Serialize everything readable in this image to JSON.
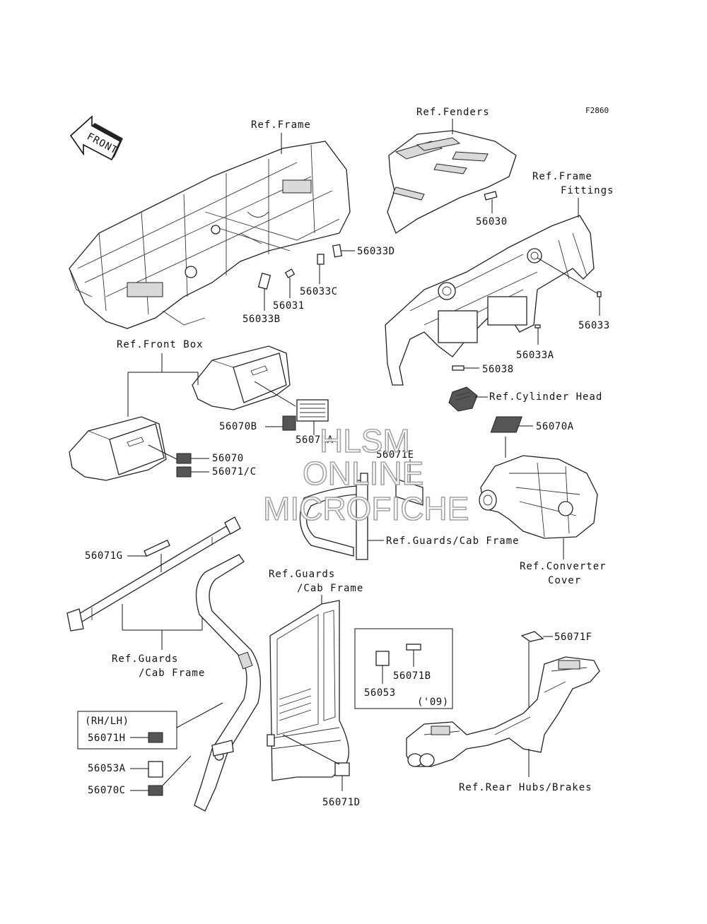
{
  "figure_code": "F2860",
  "front_label": "FRONT",
  "refs": {
    "frame": "Ref.Frame",
    "fenders": "Ref.Fenders",
    "frame_fittings_1": "Ref.Frame",
    "frame_fittings_2": "Fittings",
    "front_box": "Ref.Front Box",
    "cylinder_head": "Ref.Cylinder Head",
    "guards_cab_frame_mid": "Ref.Guards/Cab Frame",
    "converter_cover_1": "Ref.Converter",
    "converter_cover_2": "Cover",
    "guards_left_1": "Ref.Guards",
    "guards_left_2": "/Cab Frame",
    "guards_center_1": "Ref.Guards",
    "guards_center_2": "/Cab Frame",
    "rear_hubs": "Ref.Rear Hubs/Brakes"
  },
  "parts": {
    "p56033D": "56033D",
    "p56033C": "56033C",
    "p56031": "56031",
    "p56033B": "56033B",
    "p56030": "56030",
    "p56033": "56033",
    "p56033A": "56033A",
    "p56038": "56038",
    "p56070B": "56070B",
    "p56071A": "56071A",
    "p56070": "56070",
    "p56071C": "56071/C",
    "p56071E": "56071E",
    "p56070A": "56070A",
    "p56071G": "56071G",
    "p56071F": "56071F",
    "p56071B": "56071B",
    "p56053": "56053",
    "p56071H": "56071H",
    "p56053A": "56053A",
    "p56070C": "56070C",
    "p56071D": "56071D"
  },
  "notes": {
    "rh_lh": "(RH/LH)",
    "year": "('09)"
  },
  "watermark": {
    "line1": "HLSM",
    "line2": "ONLINE",
    "line3": "MICROFICHE"
  }
}
